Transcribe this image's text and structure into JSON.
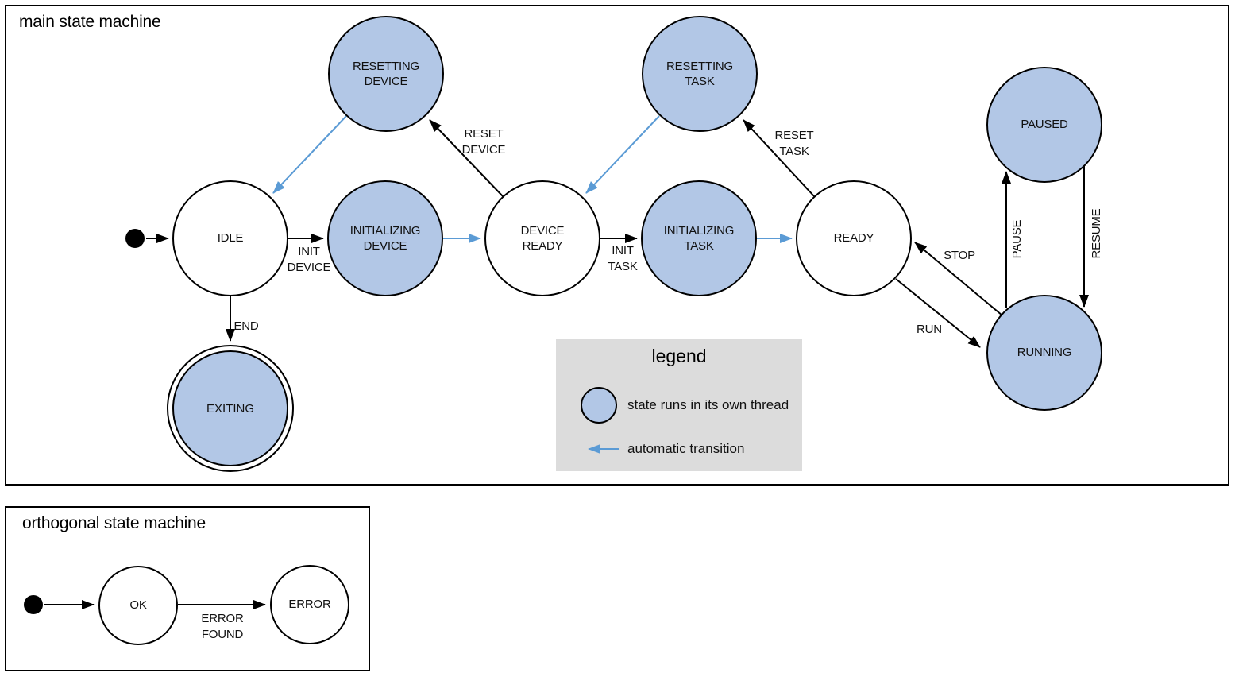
{
  "main": {
    "title": "main state machine",
    "states": {
      "idle": {
        "label": "IDLE"
      },
      "initializing_device": {
        "label": "INITIALIZING\nDEVICE"
      },
      "device_ready": {
        "label": "DEVICE\nREADY"
      },
      "initializing_task": {
        "label": "INITIALIZING\nTASK"
      },
      "ready": {
        "label": "READY"
      },
      "resetting_device": {
        "label": "RESETTING\nDEVICE"
      },
      "resetting_task": {
        "label": "RESETTING\nTASK"
      },
      "paused": {
        "label": "PAUSED"
      },
      "running": {
        "label": "RUNNING"
      },
      "exiting": {
        "label": "EXITING"
      }
    },
    "transitions": {
      "init_device": {
        "label": "INIT\nDEVICE"
      },
      "reset_device": {
        "label": "RESET\nDEVICE"
      },
      "init_task": {
        "label": "INIT\nTASK"
      },
      "reset_task": {
        "label": "RESET\nTASK"
      },
      "end": {
        "label": "END"
      },
      "stop": {
        "label": "STOP"
      },
      "run": {
        "label": "RUN"
      },
      "pause": {
        "label": "PAUSE"
      },
      "resume": {
        "label": "RESUME"
      }
    }
  },
  "legend": {
    "title": "legend",
    "thread_item": "state runs in its own thread",
    "auto_item": "automatic transition"
  },
  "orthogonal": {
    "title": "orthogonal state machine",
    "states": {
      "ok": {
        "label": "OK"
      },
      "error": {
        "label": "ERROR"
      }
    },
    "transitions": {
      "error_found": {
        "label": "ERROR\nFOUND"
      }
    }
  },
  "colors": {
    "state_thread_fill": "#b2c7e6",
    "state_plain_fill": "#ffffff",
    "auto_transition": "#5b9bd5",
    "legend_bg": "#dcdcdc"
  }
}
